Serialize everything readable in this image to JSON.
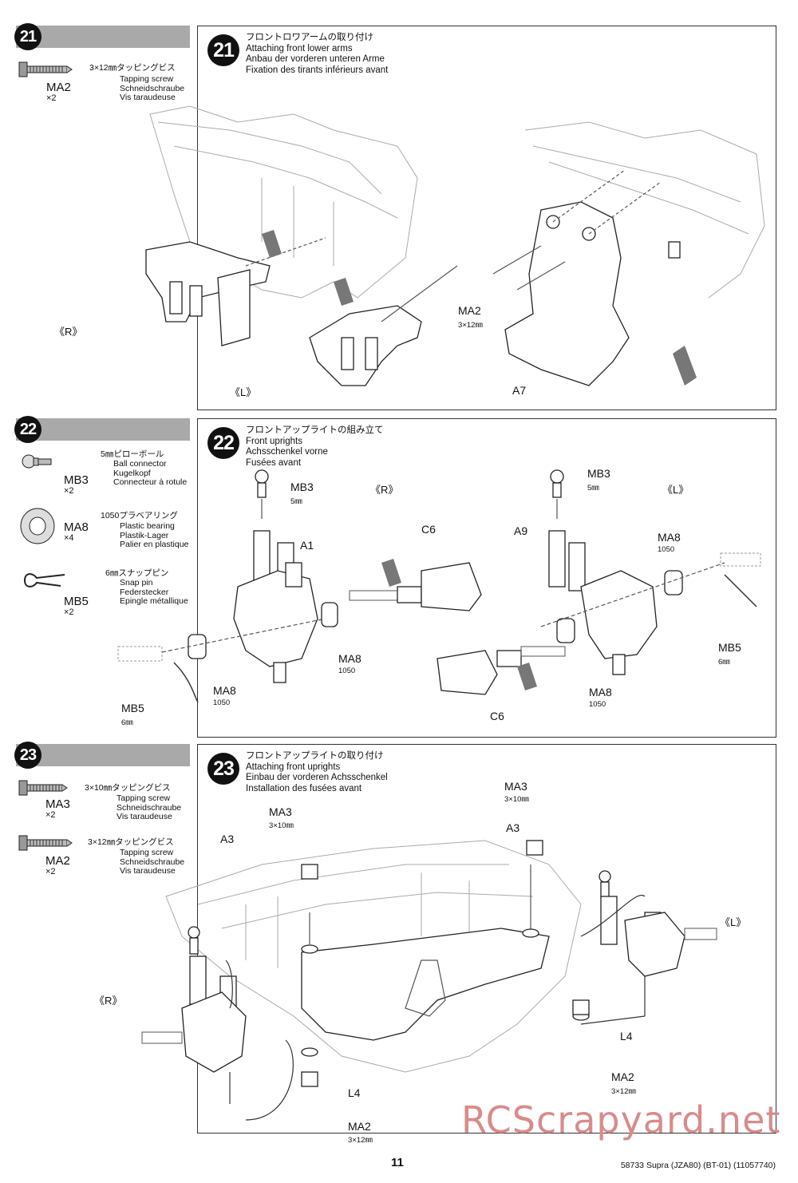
{
  "steps": [
    {
      "number": "21",
      "titles": [
        "フロントロワアームの取り付け",
        "Attaching front lower arms",
        "Anbau der vorderen unteren Arme",
        "Fixation des tirants inférieurs avant"
      ],
      "parts": [
        {
          "size": "3×12㎜タッピングビス",
          "desc": [
            "Tapping screw",
            "Schneidschraube",
            "Vis taraudeuse"
          ],
          "code": "MA2",
          "qty": "×2",
          "icon": "tapping-screw-icon"
        }
      ],
      "labels": {
        "left": "《R》",
        "right": "《L》",
        "ma2": "MA2",
        "ma2_size": "3×12㎜",
        "a7": "A7"
      }
    },
    {
      "number": "22",
      "titles": [
        "フロントアップライトの組み立て",
        "Front uprights",
        "Achsschenkel vorne",
        "Fusées avant"
      ],
      "parts": [
        {
          "size": "5㎜ピローボール",
          "desc": [
            "Ball connector",
            "Kugelkopf",
            "Connecteur à rotule"
          ],
          "code": "MB3",
          "qty": "×2",
          "icon": "ball-connector-icon"
        },
        {
          "size": "1050プラベアリング",
          "desc": [
            "Plastic bearing",
            "Plastik-Lager",
            "Palier en plastique"
          ],
          "code": "MA8",
          "qty": "×4",
          "icon": "plastic-bearing-icon"
        },
        {
          "size": "6㎜スナップピン",
          "desc": [
            "Snap pin",
            "Federstecker",
            "Epingle métallique"
          ],
          "code": "MB5",
          "qty": "×2",
          "icon": "snap-pin-icon"
        }
      ],
      "labels": {
        "r": "《R》",
        "l": "《L》",
        "mb3": "MB3",
        "mb3_size": "5㎜",
        "a1": "A1",
        "a9": "A9",
        "c6": "C6",
        "ma8": "MA8",
        "ma8_size": "1050",
        "mb5": "MB5",
        "mb5_size": "6㎜"
      }
    },
    {
      "number": "23",
      "titles": [
        "フロントアップライトの取り付け",
        "Attaching front uprights",
        "Einbau der vorderen Achsschenkel",
        "Installation des fusées avant"
      ],
      "parts": [
        {
          "size": "3×10㎜タッピングビス",
          "desc": [
            "Tapping screw",
            "Schneidschraube",
            "Vis taraudeuse"
          ],
          "code": "MA3",
          "qty": "×2",
          "icon": "tapping-screw-icon"
        },
        {
          "size": "3×12㎜タッピングビス",
          "desc": [
            "Tapping screw",
            "Schneidschraube",
            "Vis taraudeuse"
          ],
          "code": "MA2",
          "qty": "×2",
          "icon": "tapping-screw-icon"
        }
      ],
      "labels": {
        "ma3": "MA3",
        "ma3_size": "3×10㎜",
        "a3": "A3",
        "ma2": "MA2",
        "ma2_size": "3×12㎜",
        "l4": "L4",
        "r": "《R》",
        "l": "《L》"
      }
    }
  ],
  "footer": {
    "page": "11",
    "model": "58733 Supra (JZA80) (BT-01) (11057740)"
  },
  "watermark": "RCScrapyard.net"
}
